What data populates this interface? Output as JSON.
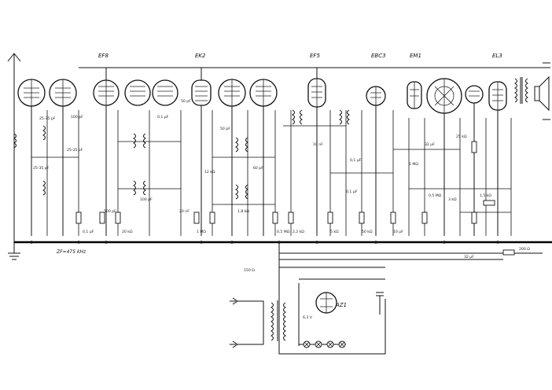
{
  "tubes": {
    "ef8": "EF8",
    "ek2": "EK2",
    "ef5": "EF5",
    "ebc3": "EBC3",
    "em1": "EM1",
    "el3": "EL3",
    "az1": "AZ1"
  },
  "labels": {
    "if_freq": "ZF=475 kHz"
  },
  "components": {
    "c1": "25-35 pF",
    "c2": "25-35 pF",
    "c3": "25-35 pF",
    "c4": "0,1 µF",
    "c5": "500 pF",
    "c6": "20 kΩ",
    "c7": "0,1 µF",
    "c8": "100 pF",
    "c9": "20 nF",
    "c10": "1 MΩ",
    "c11": "50 pF",
    "c12": "12 kΩ",
    "c13": "1,8 kΩ",
    "c14": "0,5 MΩ",
    "c15": "2,2 kΩ",
    "c16": "10 nF",
    "c17": "5 kΩ",
    "c18": "0,1 µF",
    "c19": "50 kΩ",
    "c20": "10 µF",
    "c21": "32 µF",
    "c22": "25 kΩ",
    "c23": "1,5 kΩ",
    "c24": "32 µF",
    "c25": "200 Ω",
    "c26": "6,3 V",
    "c27": "150 Ω",
    "c28": "1 MΩ",
    "c29": "0,5 MΩ",
    "c30": "0,1 µF",
    "c31": "100 pF",
    "c32": "50 pF",
    "c33": "60 pF",
    "c34": "3 kΩ"
  }
}
